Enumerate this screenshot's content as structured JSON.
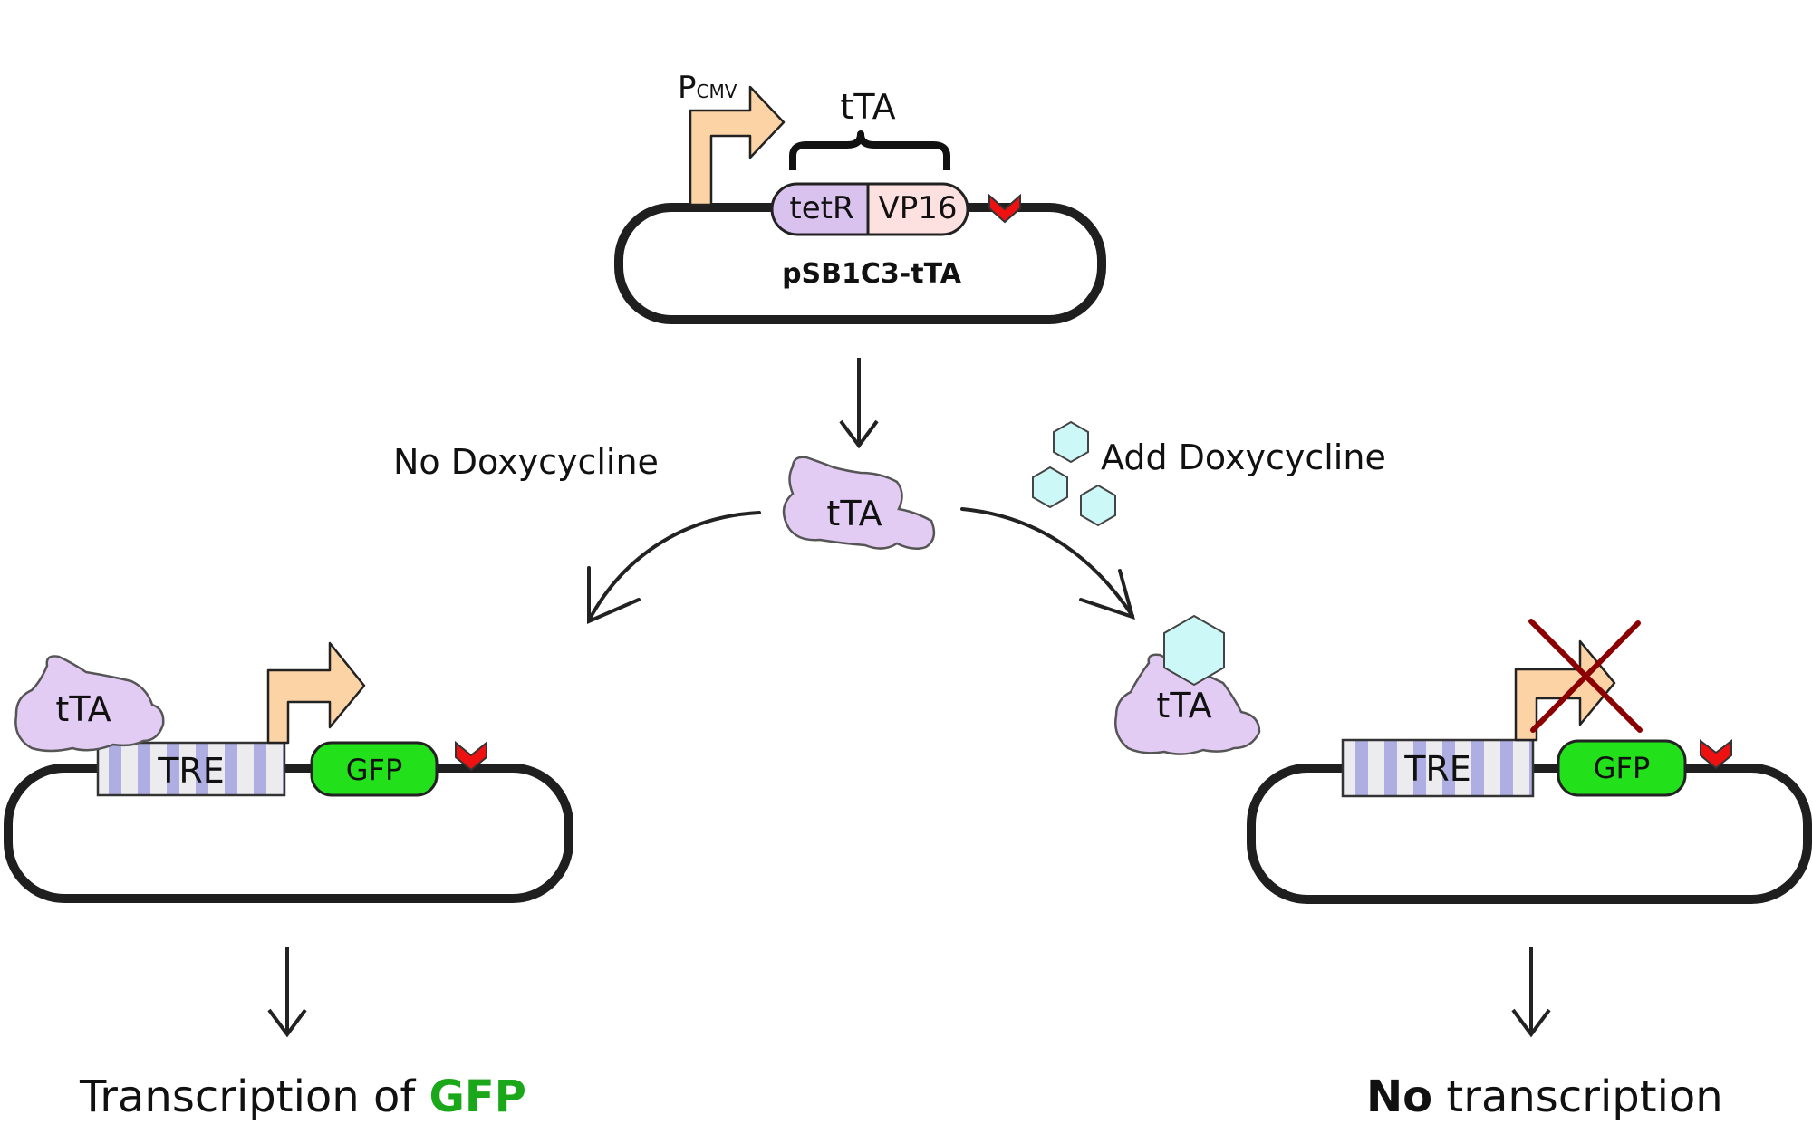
{
  "top_plasmid": {
    "promoter_label_main": "P",
    "promoter_label_sub": "CMV",
    "brace_label": "tTA",
    "part_tetr": "tetR",
    "part_vp16": "VP16",
    "name": "pSB1C3-tTA"
  },
  "center_protein": "tTA",
  "branch_left": {
    "label": "No Doxycycline"
  },
  "branch_right": {
    "label": "Add Doxycycline"
  },
  "left_plasmid": {
    "protein": "tTA",
    "operator": "TRE",
    "gene": "GFP"
  },
  "right_plasmid": {
    "protein": "tTA",
    "operator": "TRE",
    "gene": "GFP"
  },
  "outcome_left": {
    "prefix": "Transcription of ",
    "highlight": "GFP"
  },
  "outcome_right": {
    "emphasis": "No",
    "rest": " transcription"
  },
  "colors": {
    "promoter": "#fbd3a4",
    "tetr": "#d9c3ee",
    "vp16": "#fde0e0",
    "terminator": "#ee1111",
    "gfp_box": "#22e01a",
    "gfp_text": "#1aa81a",
    "protein": "#e3ccf4",
    "doxycycline": "#cdf8f8",
    "tre_stripe": "#aeaee2",
    "cross": "#8b0000"
  }
}
